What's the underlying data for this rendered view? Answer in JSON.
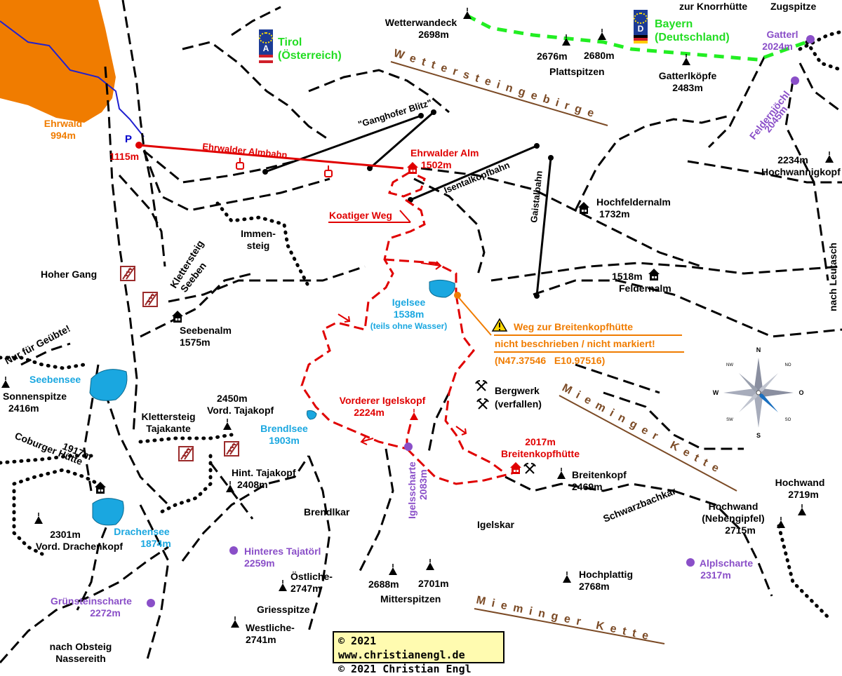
{
  "map": {
    "copyright": [
      "© 2021 www.christianengl.de",
      "© 2021 Christian Engl"
    ],
    "regions": {
      "tirol": {
        "label_1": "Tirol",
        "label_2": "(Österreich)",
        "flag_code": "A"
      },
      "bayern": {
        "label_1": "Bayern",
        "label_2": "(Deutschland)",
        "flag_code": "D"
      }
    },
    "mountain_ranges": {
      "wetterstein": "Wettersteingebirge",
      "mieminger_east": "Mieminger Kette",
      "mieminger_south": "Mieminger Kette"
    },
    "places": {
      "ehrwald": {
        "name": "Ehrwald",
        "alt": "994m"
      },
      "parking": {
        "symbol": "P",
        "alt": "1115m"
      },
      "ehrwalder_alm": {
        "name": "Ehrwalder Alm",
        "alt": "1502m"
      },
      "ehrwalder_almbahn": "Ehrwalder Almbahn",
      "ganghofer_blitz": "\"Ganghofer Blitz\"",
      "isentalkopfbahn": "Isentalkopfbahn",
      "gaistalbahn": "Gaistalbahn",
      "koatiger_weg": "Koatiger Weg",
      "immensteig_1": "Immen-",
      "immensteig_2": "steig",
      "hoher_gang": "Hoher Gang",
      "klettersteig_seeben_1": "Klettersteig",
      "klettersteig_seeben_2": "Seeben",
      "seebenalm": {
        "name": "Seebenalm",
        "alt": "1575m"
      },
      "nur_fuer_geuebte": "Nur für Geübte!",
      "seebensee": "Seebensee",
      "sonnenspitze": {
        "name": "Sonnenspitze",
        "alt": "2416m"
      },
      "coburger_huette": {
        "name": "Coburger Hütte",
        "alt": "1917m"
      },
      "klettersteig_tajakante_1": "Klettersteig",
      "klettersteig_tajakante_2": "Tajakante",
      "vord_tajakopf": {
        "alt": "2450m",
        "name": "Vord. Tajakopf"
      },
      "hint_tajakopf": {
        "name": "Hint. Tajakopf",
        "alt": "2408m"
      },
      "drachensee": {
        "name": "Drachensee",
        "alt": "1874m"
      },
      "vord_drachenkopf": {
        "alt": "2301m",
        "name": "Vord. Drachenkopf"
      },
      "hinteres_tajatoerl": {
        "name": "Hinteres Tajatörl",
        "alt": "2259m"
      },
      "gruensteinscharte": {
        "name": "Grünsteinscharte",
        "alt": "2272m"
      },
      "nach_obsteig_1": "nach Obsteig",
      "nach_obsteig_2": "Nassereith",
      "brendlsee": {
        "name": "Brendlsee",
        "alt": "1903m"
      },
      "brendlkar": "Brendlkar",
      "igelsscharte": {
        "name": "Igelsscharte",
        "alt": "2083m"
      },
      "vorderer_igelskopf": {
        "name": "Vorderer Igelskopf",
        "alt": "2224m"
      },
      "igelsee": {
        "name": "Igelsee",
        "alt": "1538m",
        "note": "(teils ohne Wasser)"
      },
      "igelskar": "Igelskar",
      "oestliche_griesspitze": {
        "name": "Östliche-",
        "alt": "2747m"
      },
      "griesspitze": "Griesspitze",
      "westliche_griesspitze": {
        "name": "Westliche-",
        "alt": "2741m"
      },
      "mitterspitzen": {
        "alt_1": "2688m",
        "alt_2": "2701m",
        "name": "Mitterspitzen"
      },
      "bergwerk_1": "Bergwerk",
      "bergwerk_2": "(verfallen)",
      "breitenkopfhuette": {
        "alt": "2017m",
        "name": "Breitenkopfhütte"
      },
      "breitenkopf": {
        "name": "Breitenkopf",
        "alt": "2469m"
      },
      "schwarzbachkar": "Schwarzbachkar",
      "hochplattig": {
        "name": "Hochplattig",
        "alt": "2768m"
      },
      "hochwand": {
        "name": "Hochwand",
        "alt": "2719m"
      },
      "hochwand_neben": {
        "name_1": "Hochwand",
        "name_2": "(Nebengipfel)",
        "alt": "2715m"
      },
      "alplscharte": {
        "name": "Alplscharte",
        "alt": "2317m"
      },
      "wetterwandeck": {
        "name": "Wetterwandeck",
        "alt": "2698m"
      },
      "plattspitzen": {
        "alt_1": "2676m",
        "alt_2": "2680m",
        "name": "Plattspitzen"
      },
      "gatterlkoepfe": {
        "name": "Gatterlköpfe",
        "alt": "2483m"
      },
      "zur_knorrhuette": "zur Knorrhütte",
      "zugspitze": "Zugspitze",
      "gatterl": {
        "name": "Gatterl",
        "alt": "2024m"
      },
      "feldernjoechl": {
        "name": "Feldernjöchl",
        "alt": "2045m"
      },
      "hochwannigkopf": {
        "alt": "2234m",
        "name": "Hochwannigkopf"
      },
      "hochfeldernalm": {
        "name": "Hochfeldernalm",
        "alt": "1732m"
      },
      "feldernalm": {
        "alt": "1518m",
        "name": "Feldernalm"
      },
      "nach_leutasch": "nach Leutasch"
    },
    "warning": {
      "line_1": "Weg zur Breitenkopfhütte",
      "line_2": "nicht beschrieben / nicht markiert!",
      "coords": "(N47.37546   E10.97516)"
    },
    "compass": {
      "n": "N",
      "s": "S",
      "o": "O",
      "w": "W",
      "nw": "NW",
      "no": "NO",
      "sw": "SW",
      "so": "SO"
    },
    "colors": {
      "route_red": "#e00000",
      "path_black": "#000000",
      "border_green": "#22ee22",
      "water_blue": "#1aa7e0",
      "town_orange": "#f07c00",
      "pass_purple": "#8a4fc8",
      "range_brown": "#7b4a25",
      "stream_blue": "#2020d0"
    }
  }
}
